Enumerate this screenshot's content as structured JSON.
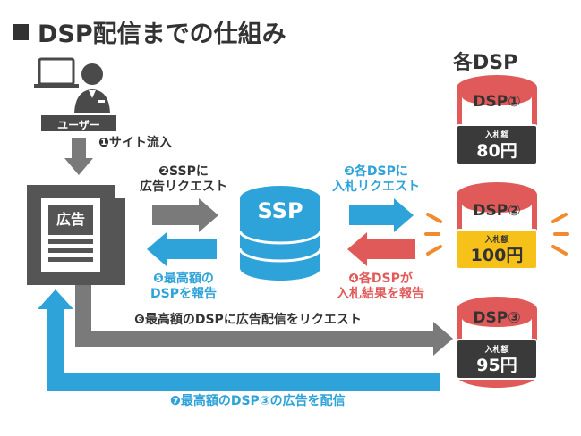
{
  "title": "DSP配信までの仕組み",
  "dsp_heading": "各DSP",
  "user_label": "ユーザー",
  "newspaper_label": "広告",
  "ssp_label": "SSP",
  "steps": {
    "s1": "❶サイト流入",
    "s2_line1": "❷SSPに",
    "s2_line2": "広告リクエスト",
    "s3_line1": "❸各DSPに",
    "s3_line2": "入札リクエスト",
    "s4_line1": "❹各DSPが",
    "s4_line2": "入札結果を報告",
    "s5_line1": "❺最高額の",
    "s5_line2": "DSPを報告",
    "s6": "❻最高額のDSPに広告配信をリクエスト",
    "s7": "❼最高額のDSP③の広告を配信"
  },
  "dsps": [
    {
      "name": "DSP①",
      "bid_label": "入札額",
      "bid_value": "80円"
    },
    {
      "name": "DSP②",
      "bid_label": "入札額",
      "bid_value": "100円"
    },
    {
      "name": "DSP③",
      "bid_label": "入札額",
      "bid_value": "95円"
    }
  ],
  "colors": {
    "gray": "#7a7a7a",
    "dark_gray": "#555555",
    "blue": "#2ea3d9",
    "red": "#e05a5a",
    "gold": "#f6c21a",
    "burst": "#f28a2e"
  },
  "icons": {
    "user": "person-with-laptop-icon",
    "newspaper": "newspaper-icon",
    "database": "database-cylinder-icon"
  }
}
